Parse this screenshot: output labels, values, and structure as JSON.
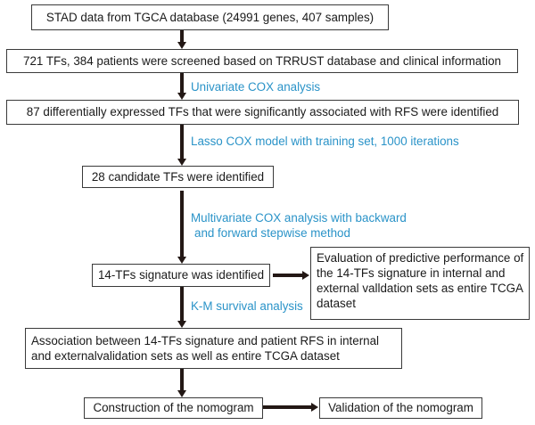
{
  "colors": {
    "box_border": "#3a3a3a",
    "text": "#1a1a1a",
    "step_label": "#2a93c8",
    "arrow": "#231815"
  },
  "flowchart": {
    "boxes": {
      "stad_data": "STAD data from TGCA database (24991 genes, 407 samples)",
      "screening": "721 TFs, 384 patients were screened based on TRRUST database and clinical information",
      "differential_tfs": "87 differentially expressed TFs that were significantly associated with RFS were identified",
      "candidate_tfs": "28 candidate TFs were identified",
      "signature": "14-TFs signature was identified",
      "evaluation": "Evaluation of predictive performance of the 14-TFs signature in internal and external valldation sets as entire TCGA dataset",
      "association": "Association between 14-TFs signature and patient RFS in internal and externalvalidation sets as well as entire TCGA dataset",
      "construction": "Construction of the nomogram",
      "validation": "Validation of the nomogram"
    },
    "step_labels": {
      "univariate": "Univariate COX analysis",
      "lasso": "Lasso COX model with training set, 1000 iterations",
      "multivariate_line1": "Multivariate COX analysis with backward",
      "multivariate_line2": "and forward stepwise method",
      "km": "K-M survival analysis"
    }
  }
}
